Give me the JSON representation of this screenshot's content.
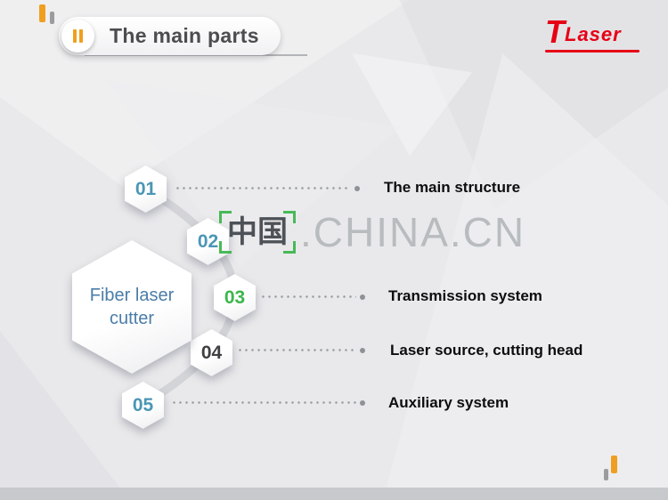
{
  "header": {
    "title": "The main parts",
    "logo": {
      "t": "T",
      "rest": "Laser"
    }
  },
  "watermark": {
    "cjk": "中国",
    "domain": ".CHINA.CN"
  },
  "diagram": {
    "center": {
      "line1": "Fiber laser",
      "line2": "cutter"
    },
    "nodes": [
      {
        "num": "01",
        "color": "#4A96B5"
      },
      {
        "num": "02",
        "color": "#4A96B5"
      },
      {
        "num": "03",
        "color": "#3CB64C"
      },
      {
        "num": "04",
        "color": "#3F3F41"
      },
      {
        "num": "05",
        "color": "#4A96B5"
      }
    ],
    "rows": [
      {
        "label": "The main structure"
      },
      {
        "label": "Transmission system"
      },
      {
        "label": "Laser source, cutting head"
      },
      {
        "label": "Auxiliary system"
      }
    ]
  },
  "colors": {
    "accent_orange": "#EF9F1F",
    "bar_grey": "#9B9B9E",
    "logo_red": "#E60014",
    "watermark_green": "#3CB64C",
    "num_teal": "#4A96B5",
    "num_green": "#3CB64C",
    "num_dark": "#3F3F41",
    "center_text_blue": "#4A7DA8"
  }
}
